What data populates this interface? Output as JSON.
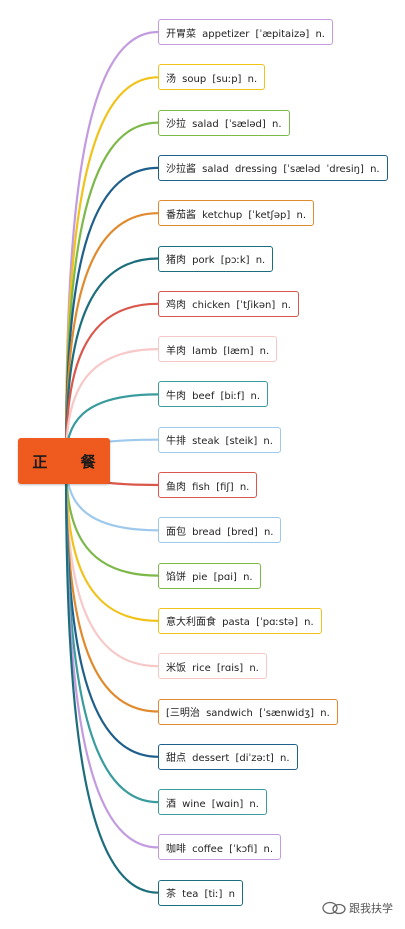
{
  "root": {
    "label": "正 餐"
  },
  "nodes": [
    {
      "label": "开胃菜 appetizer [ˈæpitaizə] n.",
      "color": "#c39be0"
    },
    {
      "label": "汤 soup [suːp] n.",
      "color": "#f0c21a"
    },
    {
      "label": "沙拉 salad [ˈsæləd] n.",
      "color": "#7db84a"
    },
    {
      "label": "沙拉酱 salad dressing [ˈsæləd ˈdresiŋ] n.",
      "color": "#1f5f8b"
    },
    {
      "label": "番茄酱 ketchup [ˈketʃəp] n.",
      "color": "#e08a2e"
    },
    {
      "label": "猪肉 pork [pɔːk] n.",
      "color": "#1d6e7c"
    },
    {
      "label": "鸡肉 chicken [ˈtʃikən] n.",
      "color": "#d9574b"
    },
    {
      "label": "羊肉 lamb [læm] n.",
      "color": "#f7c8c8"
    },
    {
      "label": "牛肉 beef [biːf] n.",
      "color": "#3a9c9c"
    },
    {
      "label": "牛排 steak [steik] n.",
      "color": "#9fc9ec"
    },
    {
      "label": "鱼肉 fish [fiʃ] n.",
      "color": "#d9574b"
    },
    {
      "label": "面包 bread [bred] n.",
      "color": "#9fc9ec"
    },
    {
      "label": "馅饼 pie [pɑi] n.",
      "color": "#7db84a"
    },
    {
      "label": "意大利面食 pasta [ˈpɑːstə] n.",
      "color": "#f0c21a"
    },
    {
      "label": "米饭 rice [rɑis] n.",
      "color": "#f7c8c8"
    },
    {
      "label": "[三明治 sandwich [ˈsænwidʒ] n.",
      "color": "#e08a2e"
    },
    {
      "label": "甜点 dessert [diˈzəːt] n.",
      "color": "#1f5f8b"
    },
    {
      "label": "酒 wine [wɑin] n.",
      "color": "#3a9c9c"
    },
    {
      "label": "咖啡 coffee [ˈkɔfi] n.",
      "color": "#c39be0"
    },
    {
      "label": "茶 tea [tiː] n",
      "color": "#1d6e7c"
    }
  ],
  "watermark": {
    "text": "跟我扶学"
  },
  "colors": {
    "root": "#ef5a1f"
  }
}
